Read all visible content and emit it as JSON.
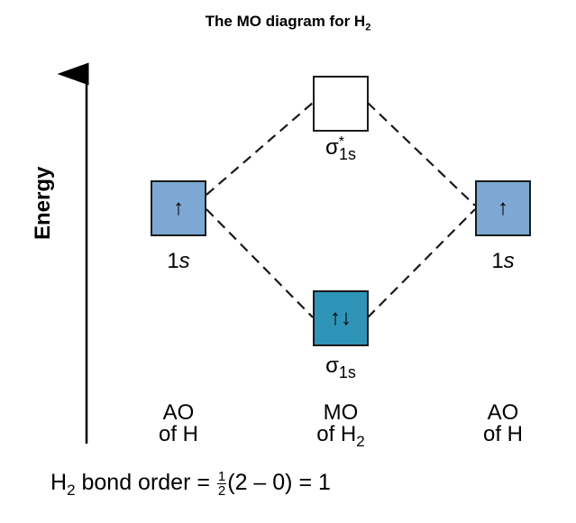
{
  "title": {
    "main": "The MO diagram for H",
    "sub": "2"
  },
  "axis": {
    "label": "Energy"
  },
  "left_ao": {
    "electrons": "↑",
    "label_num": "1",
    "label_orb": "s",
    "col_line1": "AO",
    "col_line2": "of H"
  },
  "right_ao": {
    "electrons": "↑",
    "label_num": "1",
    "label_orb": "s",
    "col_line1": "AO",
    "col_line2": "of H"
  },
  "antibonding": {
    "electrons": "",
    "symbol": "σ",
    "sub": "1s",
    "sup": "*"
  },
  "bonding": {
    "electrons": "↑↓",
    "symbol": "σ",
    "sub": "1s"
  },
  "middle": {
    "col_line1": "MO",
    "col_line2_pre": "of H",
    "col_line2_sub": "2"
  },
  "bond_order": {
    "pre": "H",
    "sub": "2",
    "text": " bond order = ",
    "frac_num": "1",
    "frac_den": "2",
    "rest": "(2 – 0) = 1"
  },
  "colors": {
    "ao_fill": "#7ea8d4",
    "bonding_fill": "#2f94b8",
    "antibonding_fill": "#ffffff"
  }
}
